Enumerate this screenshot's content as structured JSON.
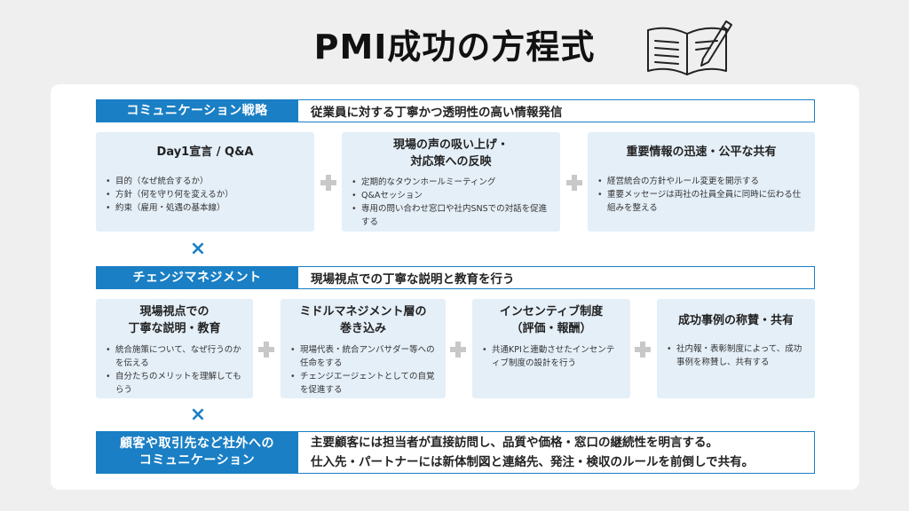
{
  "title": "PMI成功の方程式",
  "sections": [
    {
      "tag": "コミュニケーション戦略",
      "desc": [
        "従業員に対する丁寧かつ透明性の高い情報発信"
      ],
      "cards": [
        {
          "title": [
            "Day1宣言 / Q&A"
          ],
          "items": [
            "目的（なぜ統合するか）",
            "方針（何を守り何を変えるか）",
            "約束（雇用・処遇の基本線）"
          ]
        },
        {
          "title": [
            "現場の声の吸い上げ・",
            "対応策への反映"
          ],
          "items": [
            "定期的なタウンホールミーティング",
            "Q&Aセッション",
            "専用の問い合わせ窓口や社内SNSでの対話を促進する"
          ]
        },
        {
          "title": [
            "重要情報の迅速・公平な共有"
          ],
          "items": [
            "経営統合の方針やルール変更を開示する",
            "重要メッセージは両社の社員全員に同時に伝わる仕組みを整える"
          ]
        }
      ]
    },
    {
      "tag": "チェンジマネジメント",
      "desc": [
        "現場視点での丁寧な説明と教育を行う"
      ],
      "cards": [
        {
          "title": [
            "現場視点での",
            "丁寧な説明・教育"
          ],
          "items": [
            "統合施策について、なぜ行うのかを伝える",
            "自分たちのメリットを理解してもらう"
          ]
        },
        {
          "title": [
            "ミドルマネジメント層の",
            "巻き込み"
          ],
          "items": [
            "現場代表・統合アンバサダー等への任命をする",
            "チェンジエージェントとしての自覚を促進する"
          ]
        },
        {
          "title": [
            "インセンティブ制度",
            "（評価・報酬）"
          ],
          "items": [
            "共通KPIと連動させたインセンティブ制度の設計を行う"
          ]
        },
        {
          "title": [
            "成功事例の称賛・共有"
          ],
          "items": [
            "社内報・表彰制度によって、成功事例を称賛し、共有する"
          ]
        }
      ]
    },
    {
      "tag": [
        "顧客や取引先など社外への",
        "コミュニケーション"
      ],
      "desc": [
        "主要顧客には担当者が直接訪問し、品質や価格・窓口の継続性を明言する。",
        "仕入先・パートナーには新体制図と連絡先、発注・検収のルールを前倒しで共有。"
      ]
    }
  ],
  "operators": {
    "plus": "+",
    "times": "×"
  },
  "icons": {
    "book": "open-book-pen-icon",
    "plus": "plus-icon",
    "times": "times-icon"
  },
  "colors": {
    "accent": "#1a7fc4",
    "card_bg": "#e4eff8",
    "plus": "#c8c8c8",
    "page_bg": "#efefef"
  }
}
